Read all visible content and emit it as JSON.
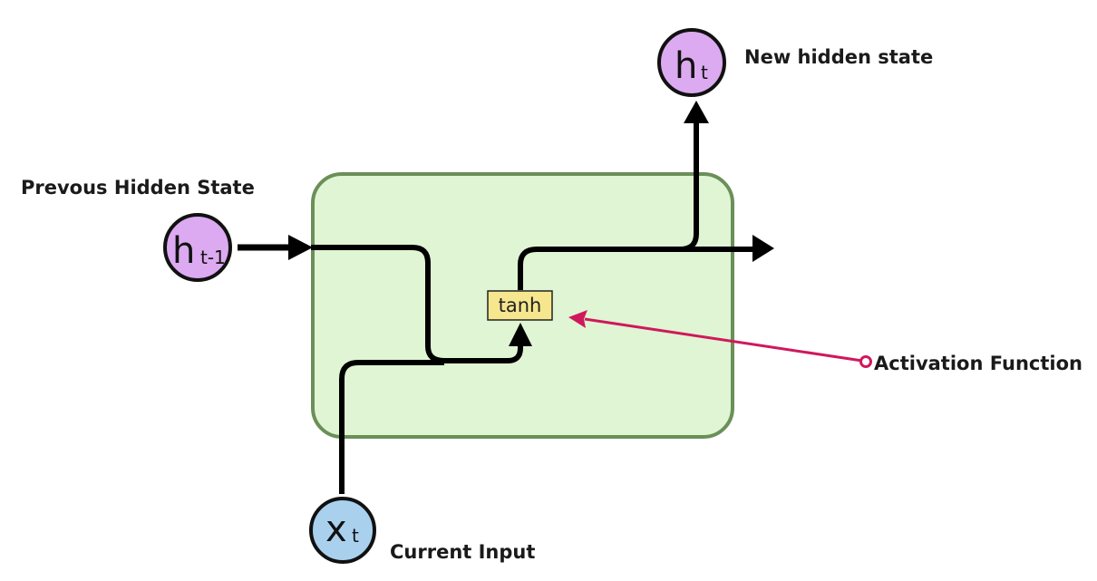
{
  "nodes": {
    "prev_hidden": {
      "main": "h",
      "sub": "t-1"
    },
    "new_hidden": {
      "main": "h",
      "sub": "t"
    },
    "current_input": {
      "main": "x",
      "sub": "t"
    }
  },
  "labels": {
    "prev_hidden_state": "Prevous Hidden State",
    "new_hidden_state": "New hidden state",
    "current_input": "Current Input",
    "activation_function": "Activation Function"
  },
  "function_box": {
    "text": "tanh"
  },
  "colors": {
    "cell_fill": "#dff5d3",
    "cell_stroke": "#6b8f58",
    "hidden_node_fill": "#dcaaf0",
    "input_node_fill": "#a9d1ee",
    "function_fill": "#f6e68e",
    "annotation": "#d0185c"
  }
}
